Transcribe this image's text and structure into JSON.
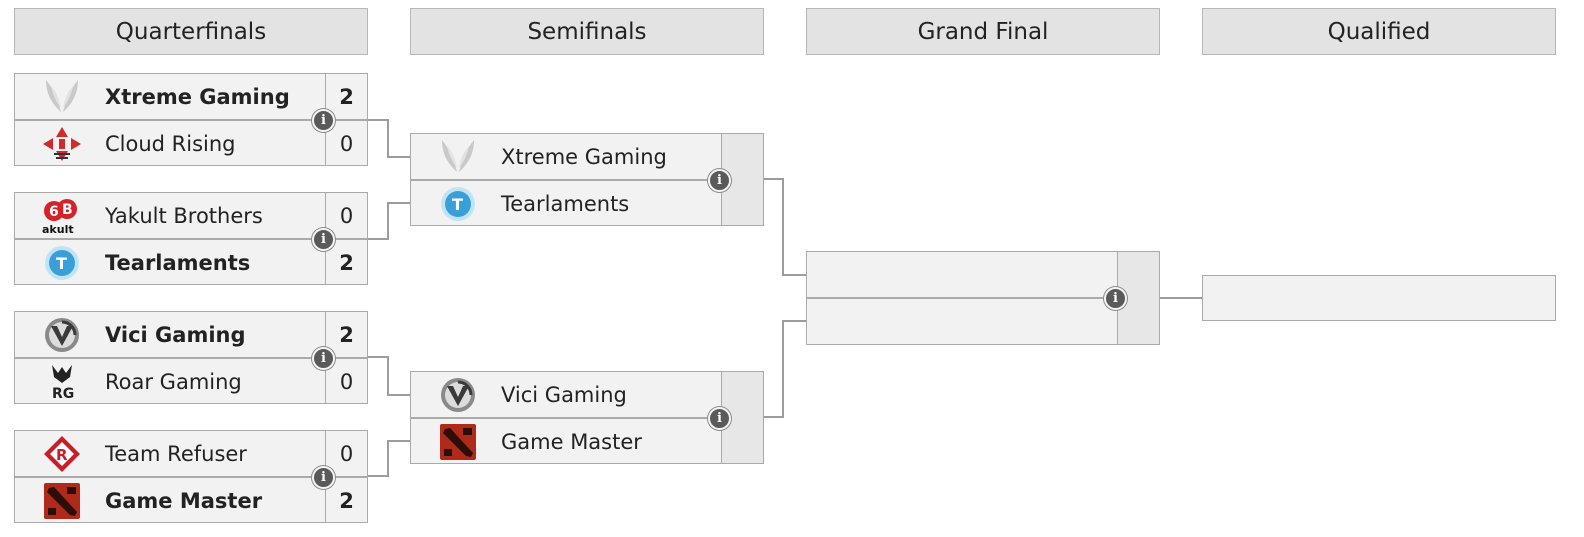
{
  "rounds": [
    "Quarterfinals",
    "Semifinals",
    "Grand Final",
    "Qualified"
  ],
  "info_glyph": "i",
  "quarterfinals": [
    {
      "top": {
        "team": "Xtreme Gaming",
        "score": "2",
        "logo": "xtreme-gaming-logo",
        "winner": true
      },
      "bottom": {
        "team": "Cloud Rising",
        "score": "0",
        "logo": "cloud-rising-logo",
        "winner": false
      }
    },
    {
      "top": {
        "team": "Yakult Brothers",
        "score": "0",
        "logo": "yakult-brothers-logo",
        "winner": false
      },
      "bottom": {
        "team": "Tearlaments",
        "score": "2",
        "logo": "tearlaments-logo",
        "winner": true
      }
    },
    {
      "top": {
        "team": "Vici Gaming",
        "score": "2",
        "logo": "vici-gaming-logo",
        "winner": true
      },
      "bottom": {
        "team": "Roar Gaming",
        "score": "0",
        "logo": "roar-gaming-logo",
        "winner": false
      }
    },
    {
      "top": {
        "team": "Team Refuser",
        "score": "0",
        "logo": "team-refuser-logo",
        "winner": false
      },
      "bottom": {
        "team": "Game Master",
        "score": "2",
        "logo": "game-master-logo",
        "winner": true
      }
    }
  ],
  "semifinals": [
    {
      "top": {
        "team": "Xtreme Gaming",
        "score": "",
        "logo": "xtreme-gaming-logo"
      },
      "bottom": {
        "team": "Tearlaments",
        "score": "",
        "logo": "tearlaments-logo"
      }
    },
    {
      "top": {
        "team": "Vici Gaming",
        "score": "",
        "logo": "vici-gaming-logo"
      },
      "bottom": {
        "team": "Game Master",
        "score": "",
        "logo": "game-master-logo"
      }
    }
  ],
  "grand_final": {
    "top": {
      "team": "",
      "score": ""
    },
    "bottom": {
      "team": "",
      "score": ""
    }
  },
  "qualified": {
    "team": ""
  },
  "colors": {
    "header_bg": "#e3e3e3",
    "slot_bg": "#f2f2f2",
    "border": "#aaaaaa",
    "info_bg": "#5a5a5a"
  }
}
